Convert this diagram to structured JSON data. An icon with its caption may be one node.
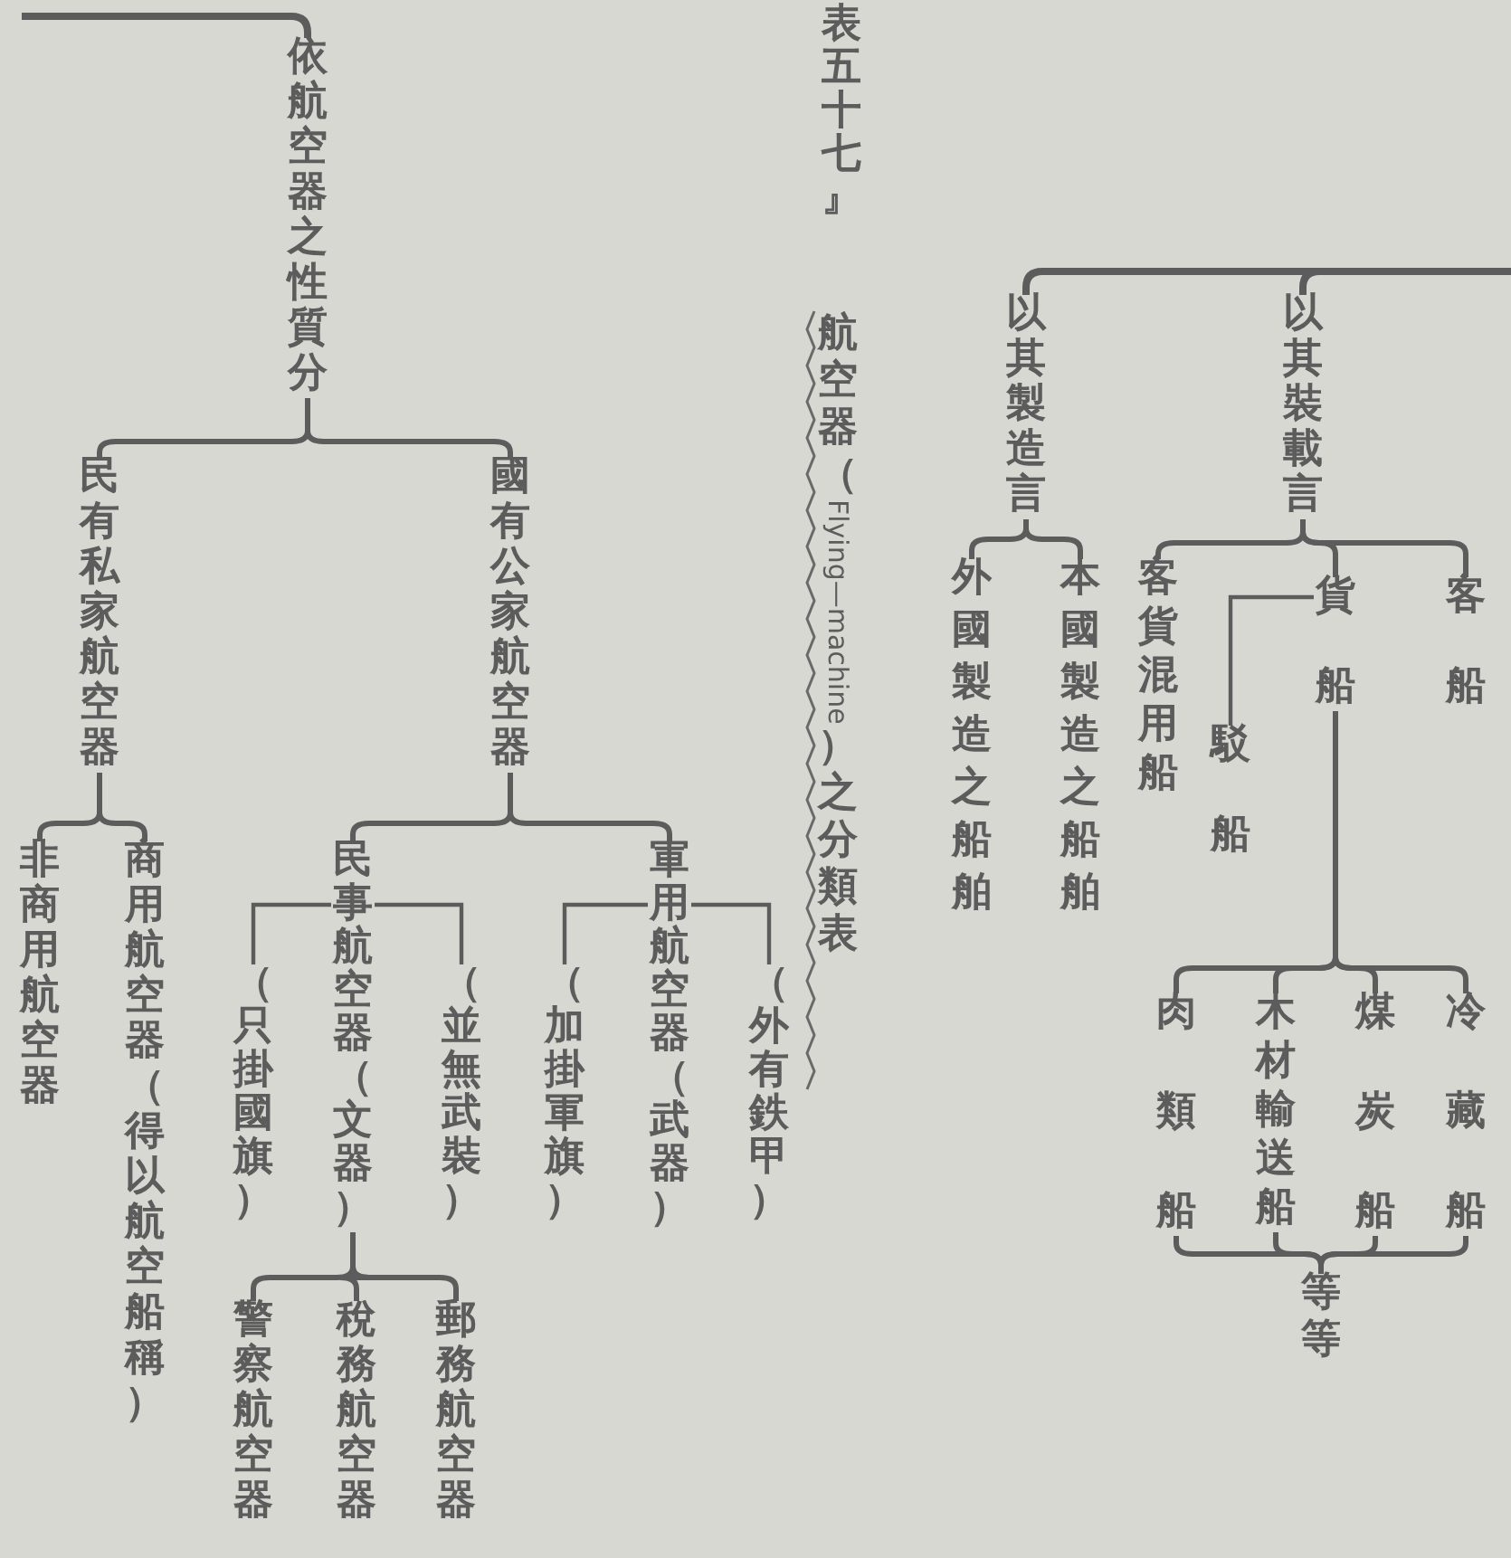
{
  "diagram": {
    "title": "航空器（Flying—machine）之分類表",
    "nodes": [
      {
        "text": [
          "依航空器之性質分"
        ]
      },
      {
        "text": [
          "民有私家航空器"
        ]
      },
      {
        "text": [
          "國有公家航空器"
        ]
      },
      {
        "text": [
          "非商用航空器"
        ]
      },
      {
        "text": [
          "商用航空器（得以航空船稱）"
        ]
      },
      {
        "text": [
          "民事航空器（文器）"
        ]
      },
      {
        "text": [
          "軍用航空器（武器）"
        ]
      },
      {
        "text": [
          "（只掛國旗）"
        ]
      },
      {
        "text": [
          "（並無武裝）"
        ]
      },
      {
        "text": [
          "（加掛軍旗）"
        ]
      },
      {
        "text": [
          "（外有鉄甲）"
        ]
      },
      {
        "text": [
          "警察航空器"
        ]
      },
      {
        "text": [
          "稅務航空器"
        ]
      },
      {
        "text": [
          "郵務航空器"
        ]
      },
      {
        "text": [
          "以其製造言"
        ]
      },
      {
        "text": [
          "本國製造之船舶"
        ]
      },
      {
        "text": [
          "外國製造之船舶"
        ]
      },
      {
        "text": [
          "以其裝載言"
        ]
      },
      {
        "text": [
          "客船"
        ]
      },
      {
        "text": [
          "貨船"
        ]
      },
      {
        "text": [
          "駁船"
        ]
      },
      {
        "text": [
          "客貨混用船"
        ]
      },
      {
        "text": [
          "冷藏船"
        ]
      },
      {
        "text": [
          "煤炭船"
        ]
      },
      {
        "text": [
          "木材輸送船"
        ]
      },
      {
        "text": [
          "肉類船"
        ]
      },
      {
        "text": [
          "等等"
        ]
      }
    ],
    "edges": [
      {
        "from": null,
        "to": 0,
        "arrow": "none"
      },
      {
        "from": 0,
        "to": 1,
        "arrow": "none"
      },
      {
        "from": 0,
        "to": 2,
        "arrow": "none"
      },
      {
        "from": 1,
        "to": 3,
        "arrow": "none"
      },
      {
        "from": 1,
        "to": 4,
        "arrow": "none"
      },
      {
        "from": 2,
        "to": 5,
        "arrow": "none"
      },
      {
        "from": 2,
        "to": 6,
        "arrow": "none"
      },
      {
        "from": 5,
        "to": 7,
        "arrow": "none"
      },
      {
        "from": 5,
        "to": 8,
        "arrow": "none"
      },
      {
        "from": 6,
        "to": 9,
        "arrow": "none"
      },
      {
        "from": 6,
        "to": 10,
        "arrow": "none"
      },
      {
        "from": 5,
        "to": 11,
        "arrow": "none"
      },
      {
        "from": 5,
        "to": 12,
        "arrow": "none"
      },
      {
        "from": 5,
        "to": 13,
        "arrow": "none"
      },
      {
        "from": null,
        "to": 14,
        "arrow": "none"
      },
      {
        "from": null,
        "to": 17,
        "arrow": "none"
      },
      {
        "from": 14,
        "to": 15,
        "arrow": "none"
      },
      {
        "from": 14,
        "to": 16,
        "arrow": "none"
      },
      {
        "from": 17,
        "to": 18,
        "arrow": "none"
      },
      {
        "from": 17,
        "to": 19,
        "arrow": "none"
      },
      {
        "from": 17,
        "to": 21,
        "arrow": "none"
      },
      {
        "from": 19,
        "to": 20,
        "arrow": "none"
      },
      {
        "from": 19,
        "to": 22,
        "arrow": "none"
      },
      {
        "from": 19,
        "to": 23,
        "arrow": "none"
      },
      {
        "from": 19,
        "to": 24,
        "arrow": "none"
      },
      {
        "from": 19,
        "to": 25,
        "arrow": "none"
      },
      {
        "from": 22,
        "to": 26,
        "arrow": "none"
      },
      {
        "from": 23,
        "to": 26,
        "arrow": "none"
      },
      {
        "from": 24,
        "to": 26,
        "arrow": "none"
      },
      {
        "from": 25,
        "to": 26,
        "arrow": "none"
      }
    ],
    "labels": [
      "表五十七』"
    ]
  }
}
